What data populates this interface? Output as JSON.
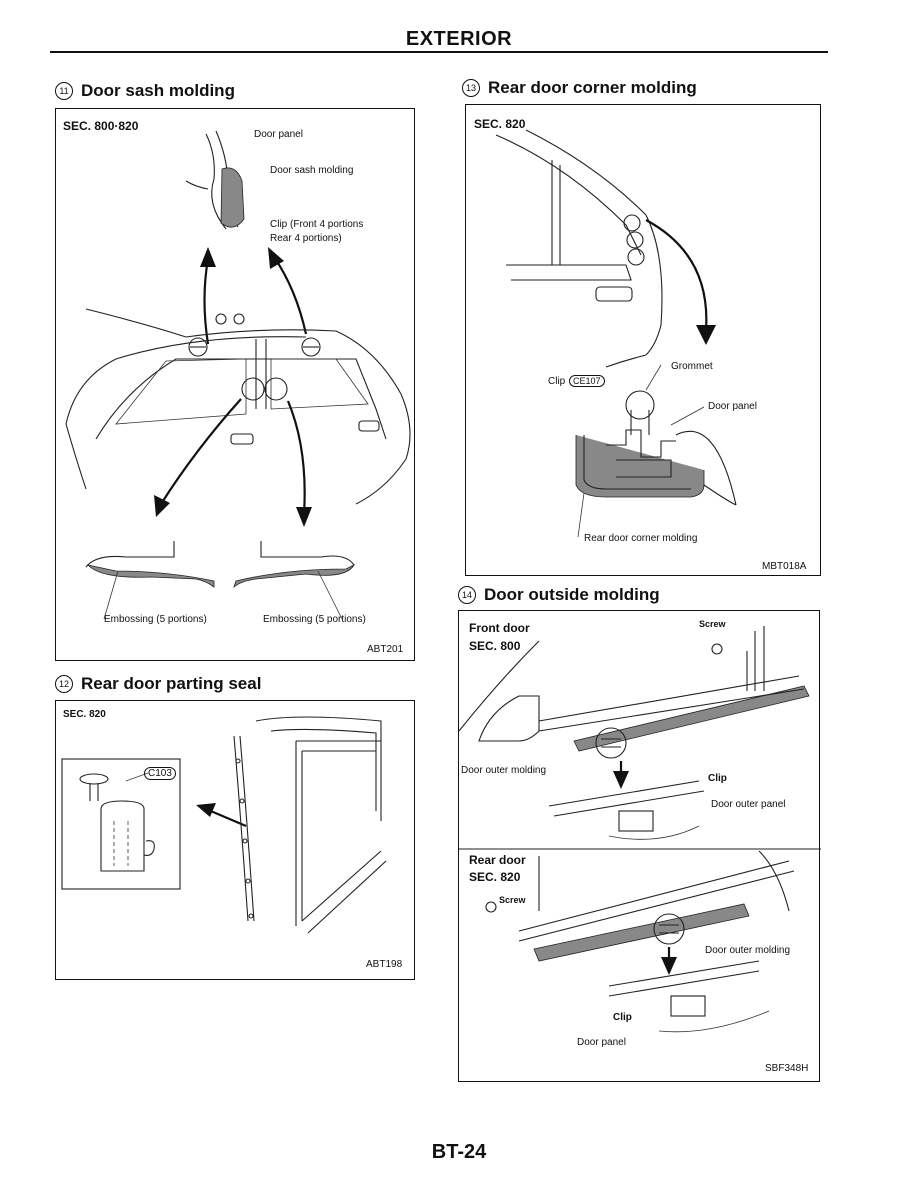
{
  "header": {
    "title": "EXTERIOR"
  },
  "sections": {
    "s11": {
      "number": "11",
      "title": "Door sash molding",
      "sec": "SEC. 800·820",
      "labels": {
        "door_panel": "Door panel",
        "sash_molding": "Door sash molding",
        "clip_line1": "Clip (Front 4 portions",
        "clip_line2": "Rear 4 portions)",
        "emb_left": "Embossing (5 portions)",
        "emb_right": "Embossing (5 portions)"
      },
      "code": "ABT201"
    },
    "s12": {
      "number": "12",
      "title": "Rear door parting seal",
      "sec": "SEC. 820",
      "clip_code": "C103",
      "code": "ABT198"
    },
    "s13": {
      "number": "13",
      "title": "Rear door corner molding",
      "sec": "SEC. 820",
      "labels": {
        "grommet": "Grommet",
        "clip": "Clip",
        "clip_code": "CE107",
        "door_panel": "Door panel",
        "corner_molding": "Rear door corner molding"
      },
      "code": "MBT018A"
    },
    "s14": {
      "number": "14",
      "title": "Door outside molding",
      "front": {
        "title": "Front door",
        "sec": "SEC. 800",
        "screw": "Screw",
        "outer_molding": "Door outer molding",
        "clip": "Clip",
        "outer_panel": "Door outer panel"
      },
      "rear": {
        "title": "Rear door",
        "sec": "SEC. 820",
        "screw": "Screw",
        "outer_molding": "Door outer molding",
        "clip": "Clip",
        "door_panel": "Door panel"
      },
      "code": "SBF348H"
    }
  },
  "footer": {
    "page": "BT-24"
  }
}
